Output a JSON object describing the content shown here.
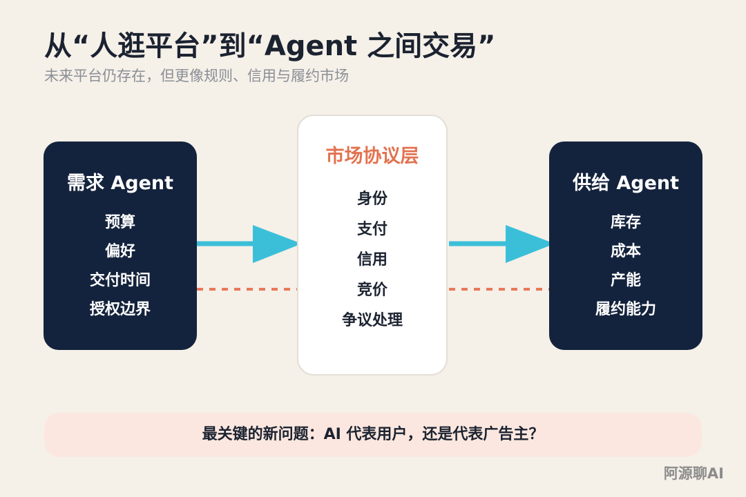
{
  "header": {
    "title": "从“人逛平台”到“Agent 之间交易”",
    "subtitle": "未来平台仍存在，但更像规则、信用与履约市场"
  },
  "demand": {
    "title": "需求 Agent",
    "items": [
      "预算",
      "偏好",
      "交付时间",
      "授权边界"
    ]
  },
  "protocol": {
    "title": "市场协议层",
    "items": [
      "身份",
      "支付",
      "信用",
      "竞价",
      "争议处理"
    ]
  },
  "supply": {
    "title": "供给 Agent",
    "items": [
      "库存",
      "成本",
      "产能",
      "履约能力"
    ]
  },
  "question": "最关键的新问题：AI 代表用户，还是代表广告主？",
  "watermark": "阿源聊AI",
  "colors": {
    "background": "#f5f0e8",
    "agent_box": "#14233d",
    "protocol_title": "#e2724f",
    "arrow": "#3bbfd9",
    "dashed_line": "#e8795a",
    "question_bg": "#fbe7df"
  }
}
